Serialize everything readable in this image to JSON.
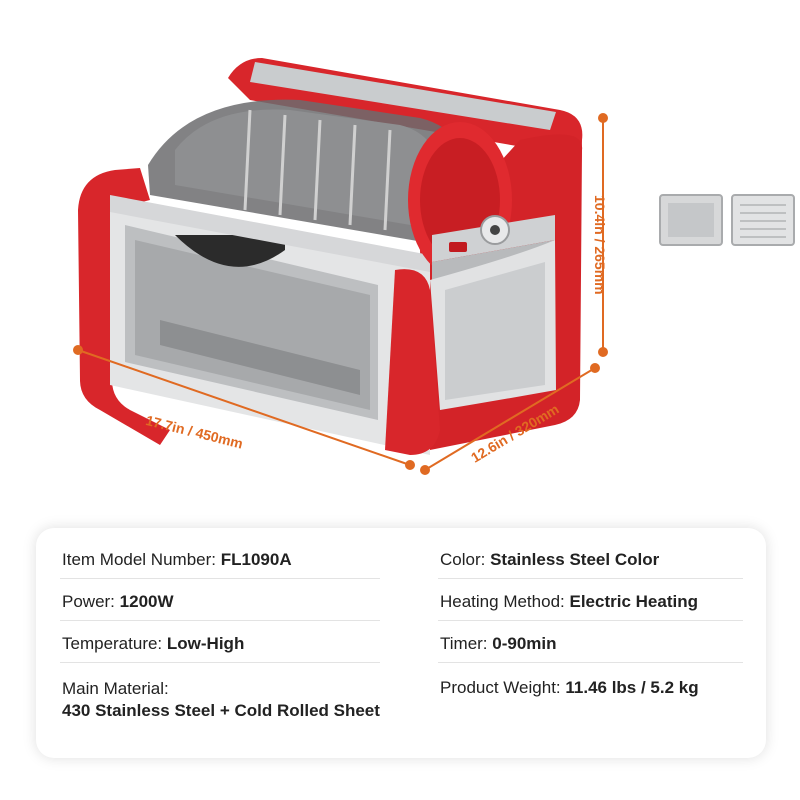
{
  "colors": {
    "accent": "#e06a22",
    "product_red": "#d8262b",
    "steel": "#c9ccce"
  },
  "dimensions": {
    "width": "17.7in / 450mm",
    "depth": "12.6in / 320mm",
    "height": "10.4in / 265mm"
  },
  "specs": {
    "model": {
      "label": "Item Model Number:",
      "value": "FL1090A"
    },
    "color": {
      "label": "Color:",
      "value": "Stainless Steel Color"
    },
    "power": {
      "label": "Power:",
      "value": "1200W"
    },
    "heating": {
      "label": "Heating Method:",
      "value": "Electric Heating"
    },
    "temperature": {
      "label": "Temperature:",
      "value": "Low-High"
    },
    "timer": {
      "label": "Timer:",
      "value": "0-90min"
    },
    "material": {
      "label": "Main Material:",
      "value": "430 Stainless Steel + Cold Rolled Sheet"
    },
    "weight": {
      "label": "Product Weight:",
      "value": "11.46 lbs / 5.2 kg"
    }
  }
}
